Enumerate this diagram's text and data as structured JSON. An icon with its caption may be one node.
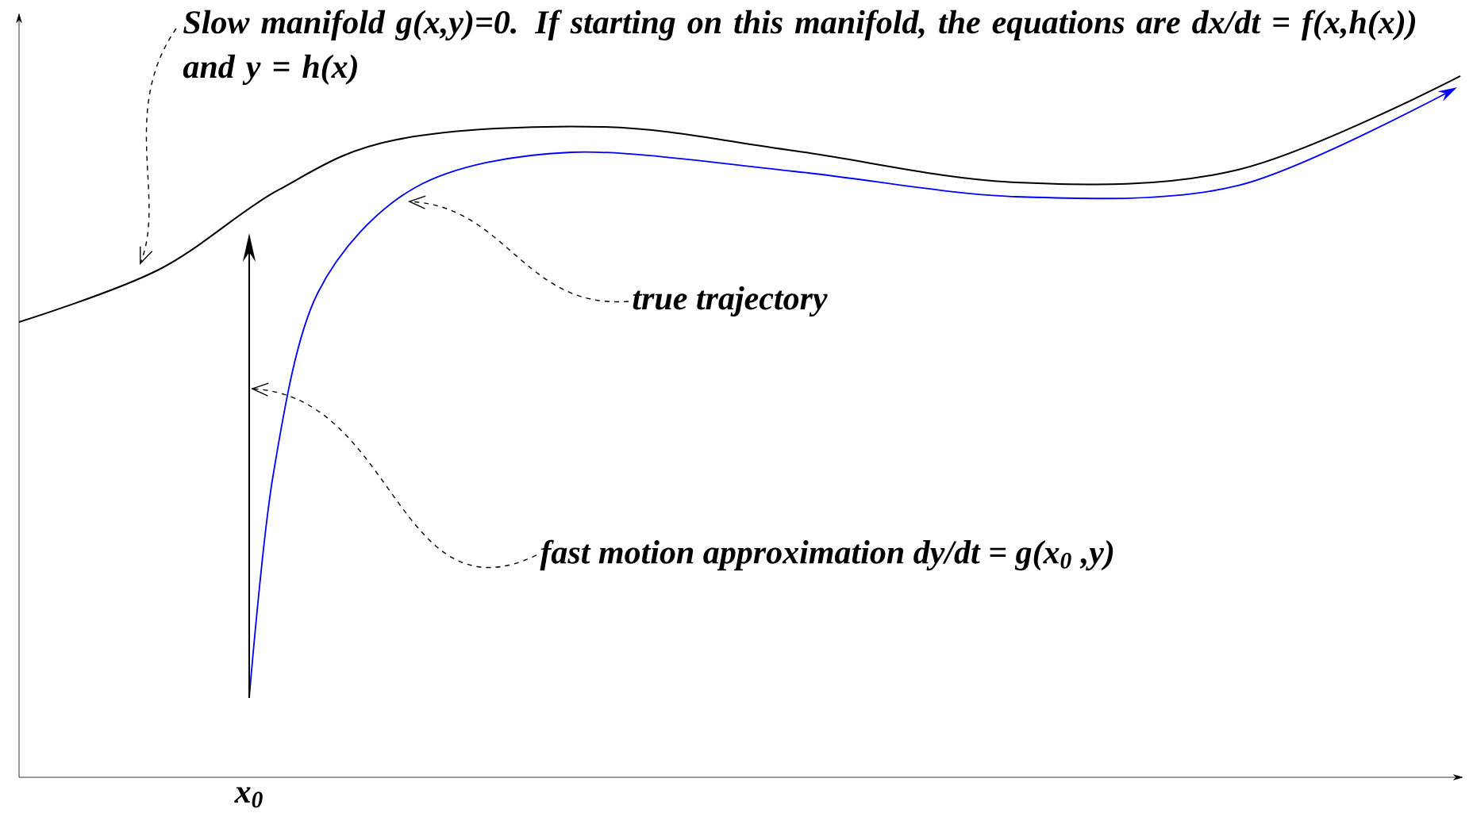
{
  "diagram": {
    "nodes": [
      {
        "text": [
          "Slow manifold g(x,y)=0.  If starting on this manifold, the equations are dx/dt = f(x,h(x))  and  y = h(x)"
        ]
      },
      {
        "text": [
          "true trajectory"
        ]
      },
      {
        "text": [
          "fast motion approximation dy/dt = g(x$_{0}$ ,y)"
        ]
      }
    ],
    "edges": [
      {
        "from": 0,
        "to": null,
        "arrow": "to",
        "style": "dashed"
      },
      {
        "from": 1,
        "to": null,
        "arrow": "to",
        "style": "dashed"
      },
      {
        "from": 2,
        "to": null,
        "arrow": "to",
        "style": "dashed"
      }
    ],
    "labels": [
      "x$_{0}$"
    ]
  }
}
